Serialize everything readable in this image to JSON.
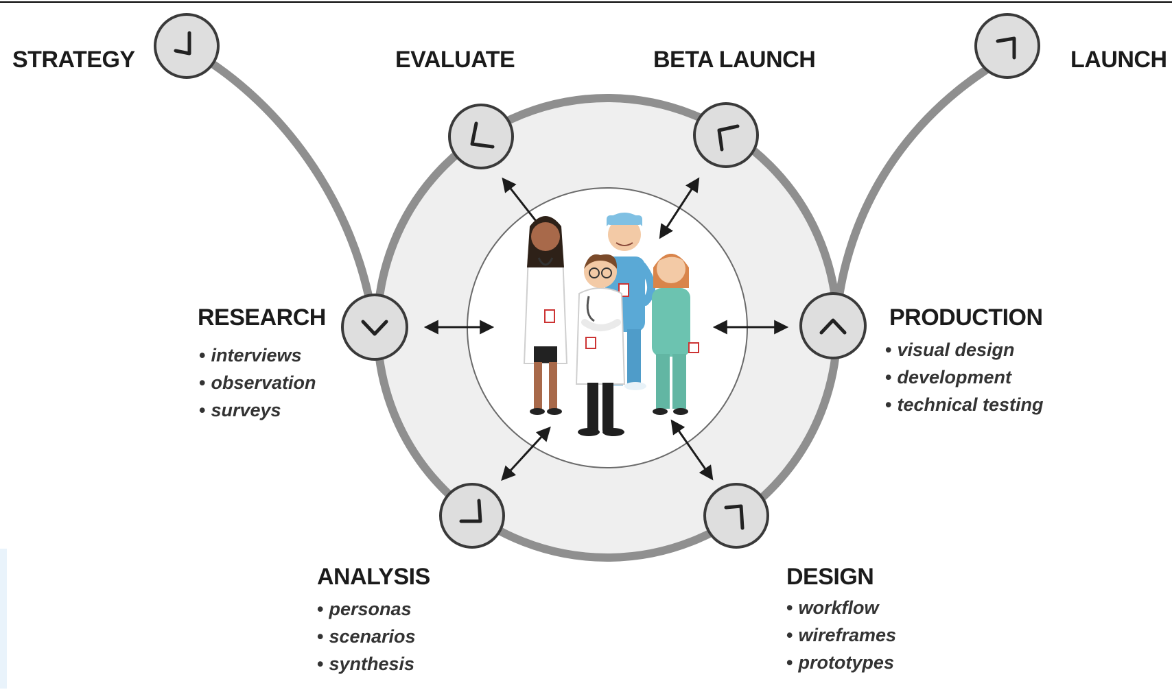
{
  "stages": {
    "strategy": {
      "title": "STRATEGY",
      "items": []
    },
    "evaluate": {
      "title": "EVALUATE",
      "items": []
    },
    "beta_launch": {
      "title": "BETA LAUNCH",
      "items": []
    },
    "launch": {
      "title": "LAUNCH",
      "items": []
    },
    "research": {
      "title": "RESEARCH",
      "items": [
        "interviews",
        "observation",
        "surveys"
      ]
    },
    "production": {
      "title": "PRODUCTION",
      "items": [
        "visual design",
        "development",
        "technical testing"
      ]
    },
    "analysis": {
      "title": "ANALYSIS",
      "items": [
        "personas",
        "scenarios",
        "synthesis"
      ]
    },
    "design": {
      "title": "DESIGN",
      "items": [
        "workflow",
        "wireframes",
        "prototypes"
      ]
    }
  },
  "center_image": "medical-team-illustration",
  "colors": {
    "track": "#8f8f8f",
    "ring_fill": "#efefef",
    "node_fill": "#dedede",
    "node_stroke": "#3a3a3a",
    "text": "#1b1b1b",
    "doctor_coat": "#ffffff",
    "scrubs_blue": "#5aa9d6",
    "scrubs_teal": "#6cc3b0",
    "hair_dark": "#2e2118",
    "hair_red": "#d9854b",
    "skin_light": "#f3caa6",
    "skin_dark": "#a8694a"
  }
}
